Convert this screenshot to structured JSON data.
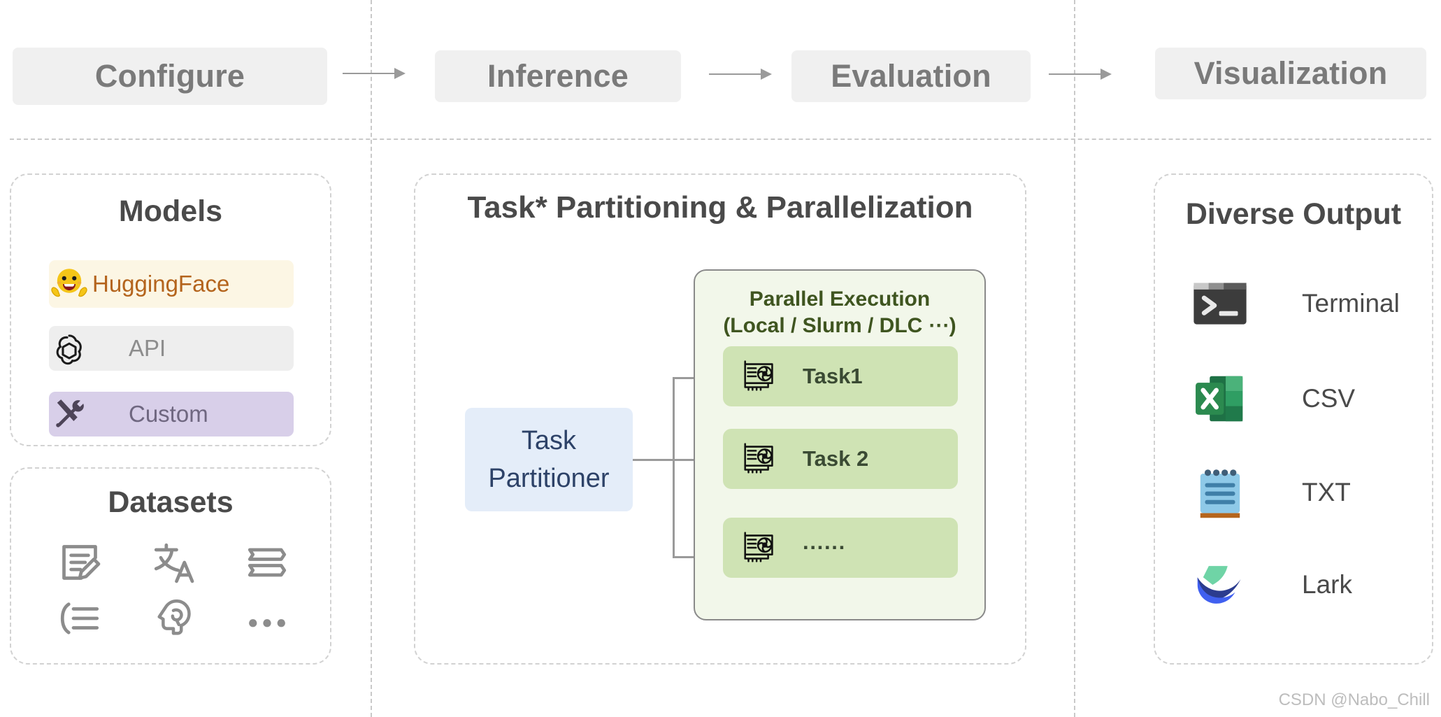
{
  "pipeline": {
    "stages": [
      {
        "label": "Configure"
      },
      {
        "label": "Inference"
      },
      {
        "label": "Evaluation"
      },
      {
        "label": "Visualization"
      }
    ],
    "arrow_icon": "arrow-right-icon"
  },
  "left": {
    "models": {
      "title": "Models",
      "items": [
        {
          "label": "HuggingFace",
          "icon": "hugging-face-icon",
          "bg": "#fcf6e4",
          "fg": "#b4641d"
        },
        {
          "label": "API",
          "icon": "openai-icon",
          "bg": "#eeeeee",
          "fg": "#8d8d8d"
        },
        {
          "label": "Custom",
          "icon": "tools-icon",
          "bg": "#d8cfe9",
          "fg": "#6f6780"
        }
      ]
    },
    "datasets": {
      "title": "Datasets",
      "icons": [
        "document-edit-icon",
        "translate-icon",
        "books-icon",
        "bracket-list-icon",
        "brain-head-icon",
        "ellipsis-icon"
      ]
    }
  },
  "center": {
    "title": "Task* Partitioning & Parallelization",
    "partitioner": {
      "line1": "Task",
      "line2": "Partitioner"
    },
    "execution": {
      "title_line1": "Parallel Execution",
      "title_line2": "(Local / Slurm / DLC ⋯)",
      "tasks": [
        {
          "label": "Task1",
          "icon": "gpu-card-icon"
        },
        {
          "label": "Task 2",
          "icon": "gpu-card-icon"
        },
        {
          "label": "······",
          "icon": "gpu-card-icon"
        }
      ]
    }
  },
  "right": {
    "title": "Diverse Output",
    "items": [
      {
        "label": "Terminal",
        "icon": "terminal-icon"
      },
      {
        "label": "CSV",
        "icon": "excel-icon"
      },
      {
        "label": "TXT",
        "icon": "notepad-icon"
      },
      {
        "label": "Lark",
        "icon": "lark-icon"
      }
    ]
  },
  "watermark": "CSDN @Nabo_Chill",
  "colors": {
    "stage_bg": "#f0f0f0",
    "stage_fg": "#7a7a7a",
    "divider": "#c9c9c9",
    "panel_border": "#d2d2d2",
    "exec_bg": "#f2f7ea",
    "exec_fg": "#3f5520",
    "task_bg": "#cfe3b4",
    "partitioner_bg": "#e4edf9",
    "partitioner_fg": "#2d4268",
    "hf_bg": "#fcf6e4",
    "hf_fg": "#b4641d",
    "api_bg": "#eeeeee",
    "custom_bg": "#d8cfe9"
  }
}
